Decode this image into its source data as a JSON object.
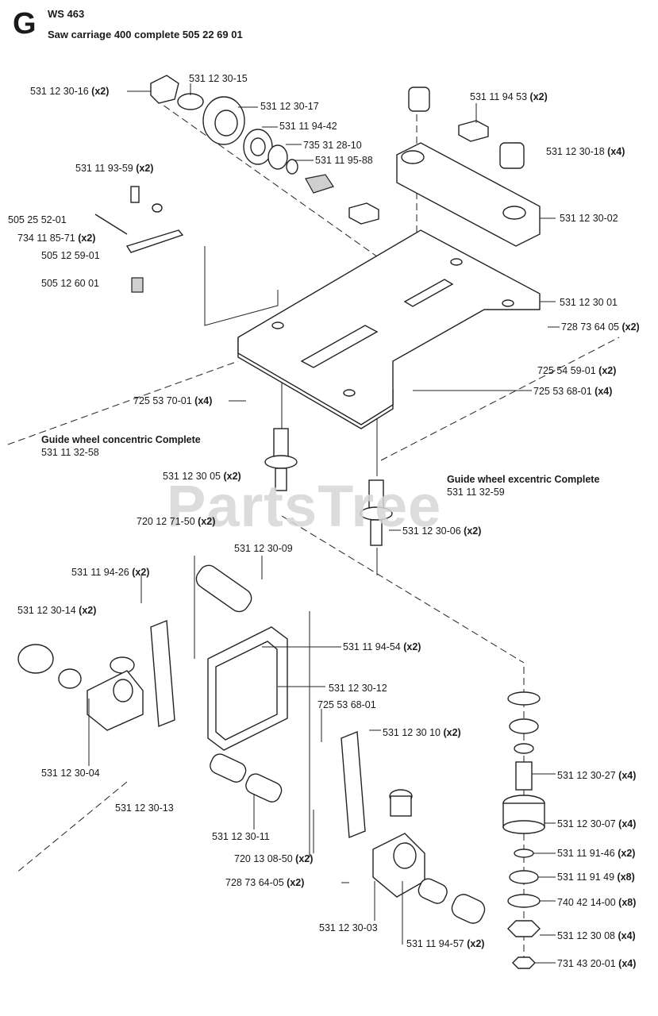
{
  "header": {
    "letter": "G",
    "model": "WS 463",
    "title": "Saw carriage 400 complete 505 22 69 01"
  },
  "watermark": "PartsTree",
  "assemblies": [
    {
      "name": "Guide wheel concentric Complete",
      "number": "531 11 32-58"
    },
    {
      "name": "Guide wheel excentric Complete",
      "number": "531 11 32-59"
    }
  ],
  "labels": [
    {
      "part": "531 12 30-16",
      "qty": "(x2)"
    },
    {
      "part": "531 12 30-15",
      "qty": ""
    },
    {
      "part": "531 12 30-17",
      "qty": ""
    },
    {
      "part": "531 11 94-42",
      "qty": ""
    },
    {
      "part": "735 31 28-10",
      "qty": ""
    },
    {
      "part": "531 11 95-88",
      "qty": ""
    },
    {
      "part": "531 11 94 53",
      "qty": "(x2)"
    },
    {
      "part": "531 12 30-18",
      "qty": "(x4)"
    },
    {
      "part": "531 11 93-59",
      "qty": "(x2)"
    },
    {
      "part": "505 25 52-01",
      "qty": ""
    },
    {
      "part": "734 11 85-71",
      "qty": "(x2)"
    },
    {
      "part": "505 12 59-01",
      "qty": ""
    },
    {
      "part": "505 12 60 01",
      "qty": ""
    },
    {
      "part": "531 12 30-02",
      "qty": ""
    },
    {
      "part": "531 12 30 01",
      "qty": ""
    },
    {
      "part": "728 73 64 05",
      "qty": "(x2)"
    },
    {
      "part": "725 54 59-01",
      "qty": "(x2)"
    },
    {
      "part": "725 53 68-01",
      "qty": "(x4)"
    },
    {
      "part": "725 53 70-01",
      "qty": "(x4)"
    },
    {
      "part": "531 12 30 05",
      "qty": "(x2)"
    },
    {
      "part": "720 12 71-50",
      "qty": "(x2)"
    },
    {
      "part": "531 12 30-06",
      "qty": "(x2)"
    },
    {
      "part": "531 12 30-09",
      "qty": ""
    },
    {
      "part": "531 11 94-26",
      "qty": "(x2)"
    },
    {
      "part": "531 12 30-14",
      "qty": "(x2)"
    },
    {
      "part": "531 11 94-54",
      "qty": "(x2)"
    },
    {
      "part": "531 12 30-12",
      "qty": ""
    },
    {
      "part": "725 53 68-01",
      "qty": ""
    },
    {
      "part": "531 12 30 10",
      "qty": "(x2)"
    },
    {
      "part": "531 12 30-04",
      "qty": ""
    },
    {
      "part": "531 12 30-27",
      "qty": "(x4)"
    },
    {
      "part": "531 12 30-13",
      "qty": ""
    },
    {
      "part": "531 12 30-07",
      "qty": "(x4)"
    },
    {
      "part": "531 12 30-11",
      "qty": ""
    },
    {
      "part": "720 13 08-50",
      "qty": "(x2)"
    },
    {
      "part": "531 11 91-46",
      "qty": "(x2)"
    },
    {
      "part": "531 11 91 49",
      "qty": "(x8)"
    },
    {
      "part": "728 73 64-05",
      "qty": "(x2)"
    },
    {
      "part": "740 42 14-00",
      "qty": "(x8)"
    },
    {
      "part": "531 12 30-03",
      "qty": ""
    },
    {
      "part": "531 11 94-57",
      "qty": "(x2)"
    },
    {
      "part": "531 12 30 08",
      "qty": "(x4)"
    },
    {
      "part": "731 43 20-01",
      "qty": "(x4)"
    }
  ]
}
